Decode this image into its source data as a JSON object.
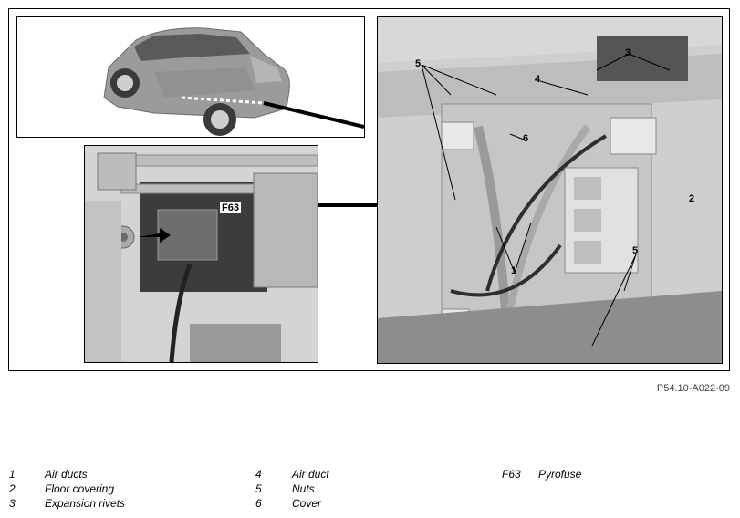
{
  "figure_ref": "P54.10-A022-09",
  "image_labels": {
    "f63": "F63",
    "c1": "1",
    "c2": "2",
    "c3": "3",
    "c4": "4",
    "c5a": "5",
    "c5b": "5",
    "c6": "6"
  },
  "legend": {
    "col1": [
      {
        "num": "1",
        "text": "Air ducts"
      },
      {
        "num": "2",
        "text": "Floor covering"
      },
      {
        "num": "3",
        "text": "Expansion rivets"
      }
    ],
    "col2": [
      {
        "num": "4",
        "text": "Air duct"
      },
      {
        "num": "5",
        "text": "Nuts"
      },
      {
        "num": "6",
        "text": "Cover"
      }
    ],
    "col3": [
      {
        "num": "F63",
        "text": "Pyrofuse"
      }
    ]
  }
}
